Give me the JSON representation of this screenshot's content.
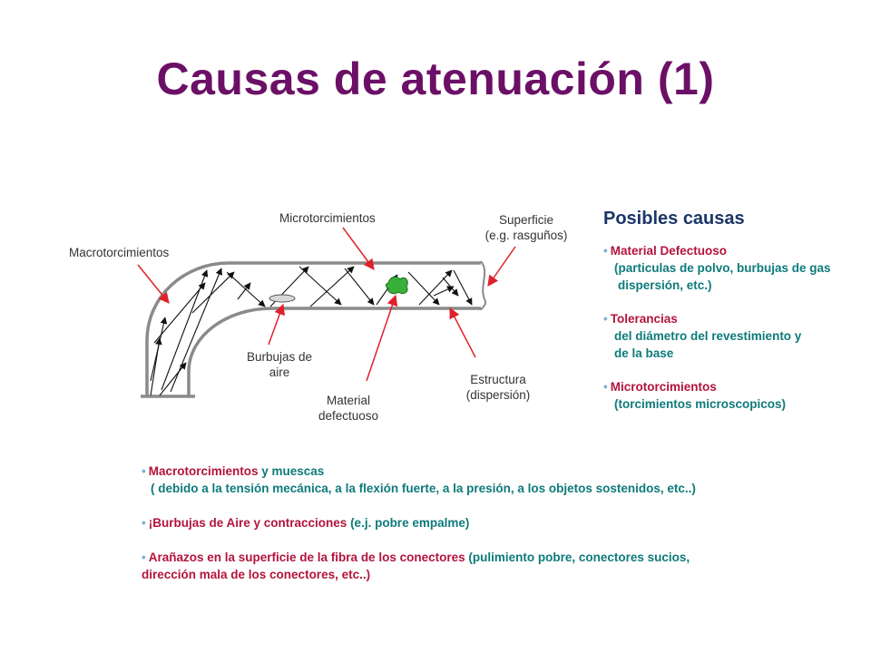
{
  "title": "Causas de atenuación (1)",
  "diagram": {
    "labels": {
      "macro": "Macrotorcimientos",
      "micro": "Microtorcimientos",
      "surface_1": "Superficie",
      "surface_2": "(e.g. rasguños)",
      "bubbles_1": "Burbujas de",
      "bubbles_2": "aire",
      "material_1": "Material",
      "material_2": "defectuoso",
      "structure_1": "Estructura",
      "structure_2": "(dispersión)"
    },
    "colors": {
      "fiber": "#8a8a8a",
      "pointer": "#e0202a",
      "defect": "#39b03a",
      "ray": "#111111"
    }
  },
  "causes": {
    "heading": "Posibles causas",
    "items": [
      {
        "title": "Material Defectuoso",
        "lines": [
          "(particulas de polvo, burbujas de gas",
          "dispersión, etc.)"
        ]
      },
      {
        "title": "Tolerancias",
        "lines": [
          "del diámetro del revestimiento y",
          "de la base"
        ]
      },
      {
        "title": "Microtorcimientos",
        "lines": [
          "(torcimientos microscopicos)"
        ]
      }
    ]
  },
  "bottom": {
    "b1_red": "Macrotorcimientos",
    "b1_teal": " y muescas",
    "b1_line2": "( debido a la tensión mecánica, a la flexión fuerte, a la presión, a los objetos sostenidos,  etc..)",
    "b2_red": "¡Burbujas de Aire y contracciones",
    "b2_teal": " (e.j.  pobre empalme)",
    "b3_red": "Arañazos en la superficie de la fibra de los conectores",
    "b3_teal": " (pulimiento pobre, conectores  sucios,",
    "b3_line2": "dirección  mala de los    conectores, etc..)"
  }
}
